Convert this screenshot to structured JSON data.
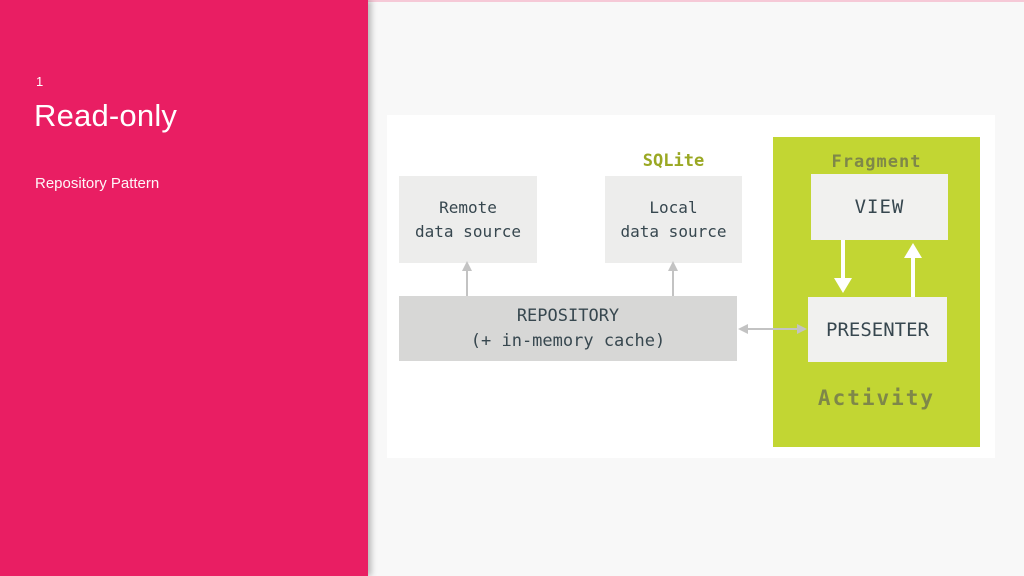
{
  "sidebar": {
    "page_number": "1",
    "title": "Read-only",
    "subtitle": "Repository Pattern"
  },
  "diagram": {
    "sqlite_label": "SQLite",
    "remote_source": {
      "line1": "Remote",
      "line2": "data source"
    },
    "local_source": {
      "line1": "Local",
      "line2": "data source"
    },
    "repository": {
      "line1": "REPOSITORY",
      "line2": "(+ in-memory cache)"
    },
    "fragment_label": "Fragment",
    "view_label": "VIEW",
    "presenter_label": "PRESENTER",
    "activity_label": "Activity"
  },
  "colors": {
    "accent_pink": "#e91e63",
    "pink_line": "#f6c9d7",
    "lime_green": "#c2d633",
    "sqlite_text": "#9aa823",
    "container_text": "#7e8749",
    "box_text": "#37474f",
    "arrow_gray": "#c3c3c3"
  }
}
